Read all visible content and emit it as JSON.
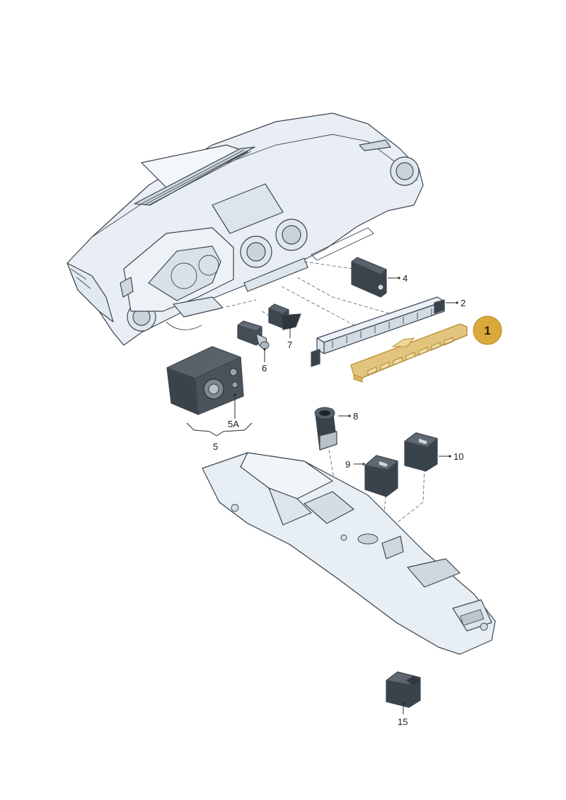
{
  "highlight_color": "#d4a73a",
  "badge_color": "#d9a93c",
  "part_color": "#e6edf3",
  "callouts": {
    "c1": "1",
    "c2": "2",
    "c4": "4",
    "c5": "5",
    "c5a": "5A",
    "c6": "6",
    "c7": "7",
    "c8": "8",
    "c9": "9",
    "c10": "10",
    "c15": "15"
  }
}
